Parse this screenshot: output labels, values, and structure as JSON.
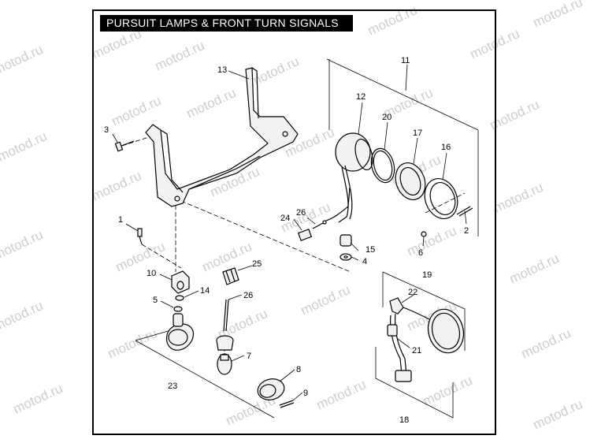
{
  "title": "PURSUIT LAMPS & FRONT TURN SIGNALS",
  "watermark": "motod.ru",
  "callouts": {
    "n1": "1",
    "n2": "2",
    "n3": "3",
    "n4": "4",
    "n5": "5",
    "n6": "6",
    "n7": "7",
    "n8": "8",
    "n9": "9",
    "n10": "10",
    "n11": "11",
    "n12": "12",
    "n13": "13",
    "n14": "14",
    "n15": "15",
    "n16": "16",
    "n17": "17",
    "n18": "18",
    "n19": "19",
    "n20": "20",
    "n21": "21",
    "n22": "22",
    "n23": "23",
    "n24": "24",
    "n25": "25",
    "n26a": "26",
    "n26b": "26"
  },
  "colors": {
    "ink": "#000000",
    "title_bg": "#000000",
    "title_text": "#ffffff",
    "watermark": "#c8c8c8"
  }
}
